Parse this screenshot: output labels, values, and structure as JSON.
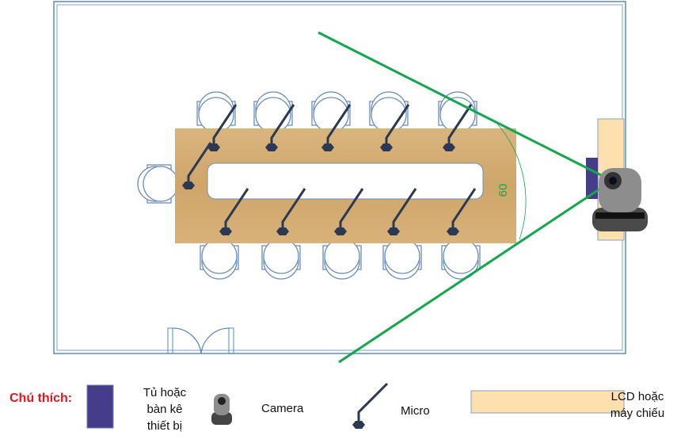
{
  "diagram": {
    "angle_label": "60",
    "legend": {
      "title": "Chú thích:",
      "cabinet": [
        "Tủ hoặc",
        "bàn kê",
        "thiết bị"
      ],
      "camera": "Camera",
      "micro": "Micro",
      "screen": [
        "LCD hoặc",
        "máy chiếu"
      ]
    },
    "colors": {
      "wall": "#5b8ac0",
      "table": "#d8b27a",
      "fov": "#12a84a",
      "cabinet": "#463d8a",
      "screen": "#fde0ae",
      "mic": "#2b3a52",
      "legend_title": "#e8141b"
    }
  }
}
